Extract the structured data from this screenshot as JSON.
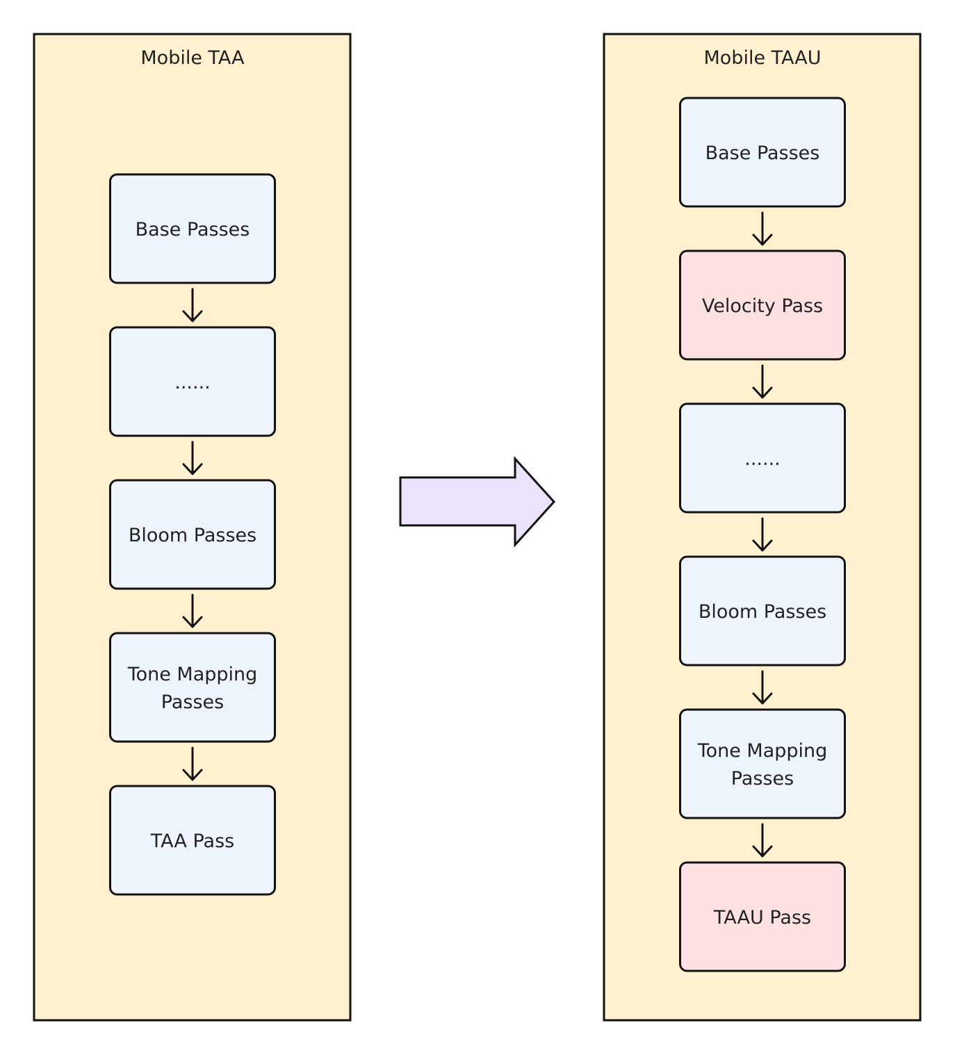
{
  "colors": {
    "panel_fill": "#fff1cf",
    "default_node_fill": "#eef4fd",
    "highlight_node_fill": "#fde1e2",
    "transition_arrow_fill": "#ebe2fc",
    "stroke": "#111111",
    "text": "#222222"
  },
  "left_panel": {
    "title": "Mobile TAA",
    "nodes": [
      {
        "lines": [
          "Base Passes"
        ],
        "highlight": false
      },
      {
        "lines": [
          "......"
        ],
        "highlight": false
      },
      {
        "lines": [
          "Bloom Passes"
        ],
        "highlight": false
      },
      {
        "lines": [
          "Tone Mapping",
          "Passes"
        ],
        "highlight": false
      },
      {
        "lines": [
          "TAA Pass"
        ],
        "highlight": false
      }
    ]
  },
  "right_panel": {
    "title": "Mobile TAAU",
    "nodes": [
      {
        "lines": [
          "Base Passes"
        ],
        "highlight": false
      },
      {
        "lines": [
          "Velocity Pass"
        ],
        "highlight": true
      },
      {
        "lines": [
          "......"
        ],
        "highlight": false
      },
      {
        "lines": [
          "Bloom Passes"
        ],
        "highlight": false
      },
      {
        "lines": [
          "Tone Mapping",
          "Passes"
        ],
        "highlight": false
      },
      {
        "lines": [
          "TAAU Pass"
        ],
        "highlight": true
      }
    ]
  },
  "transition_icon": "right-arrow-icon"
}
